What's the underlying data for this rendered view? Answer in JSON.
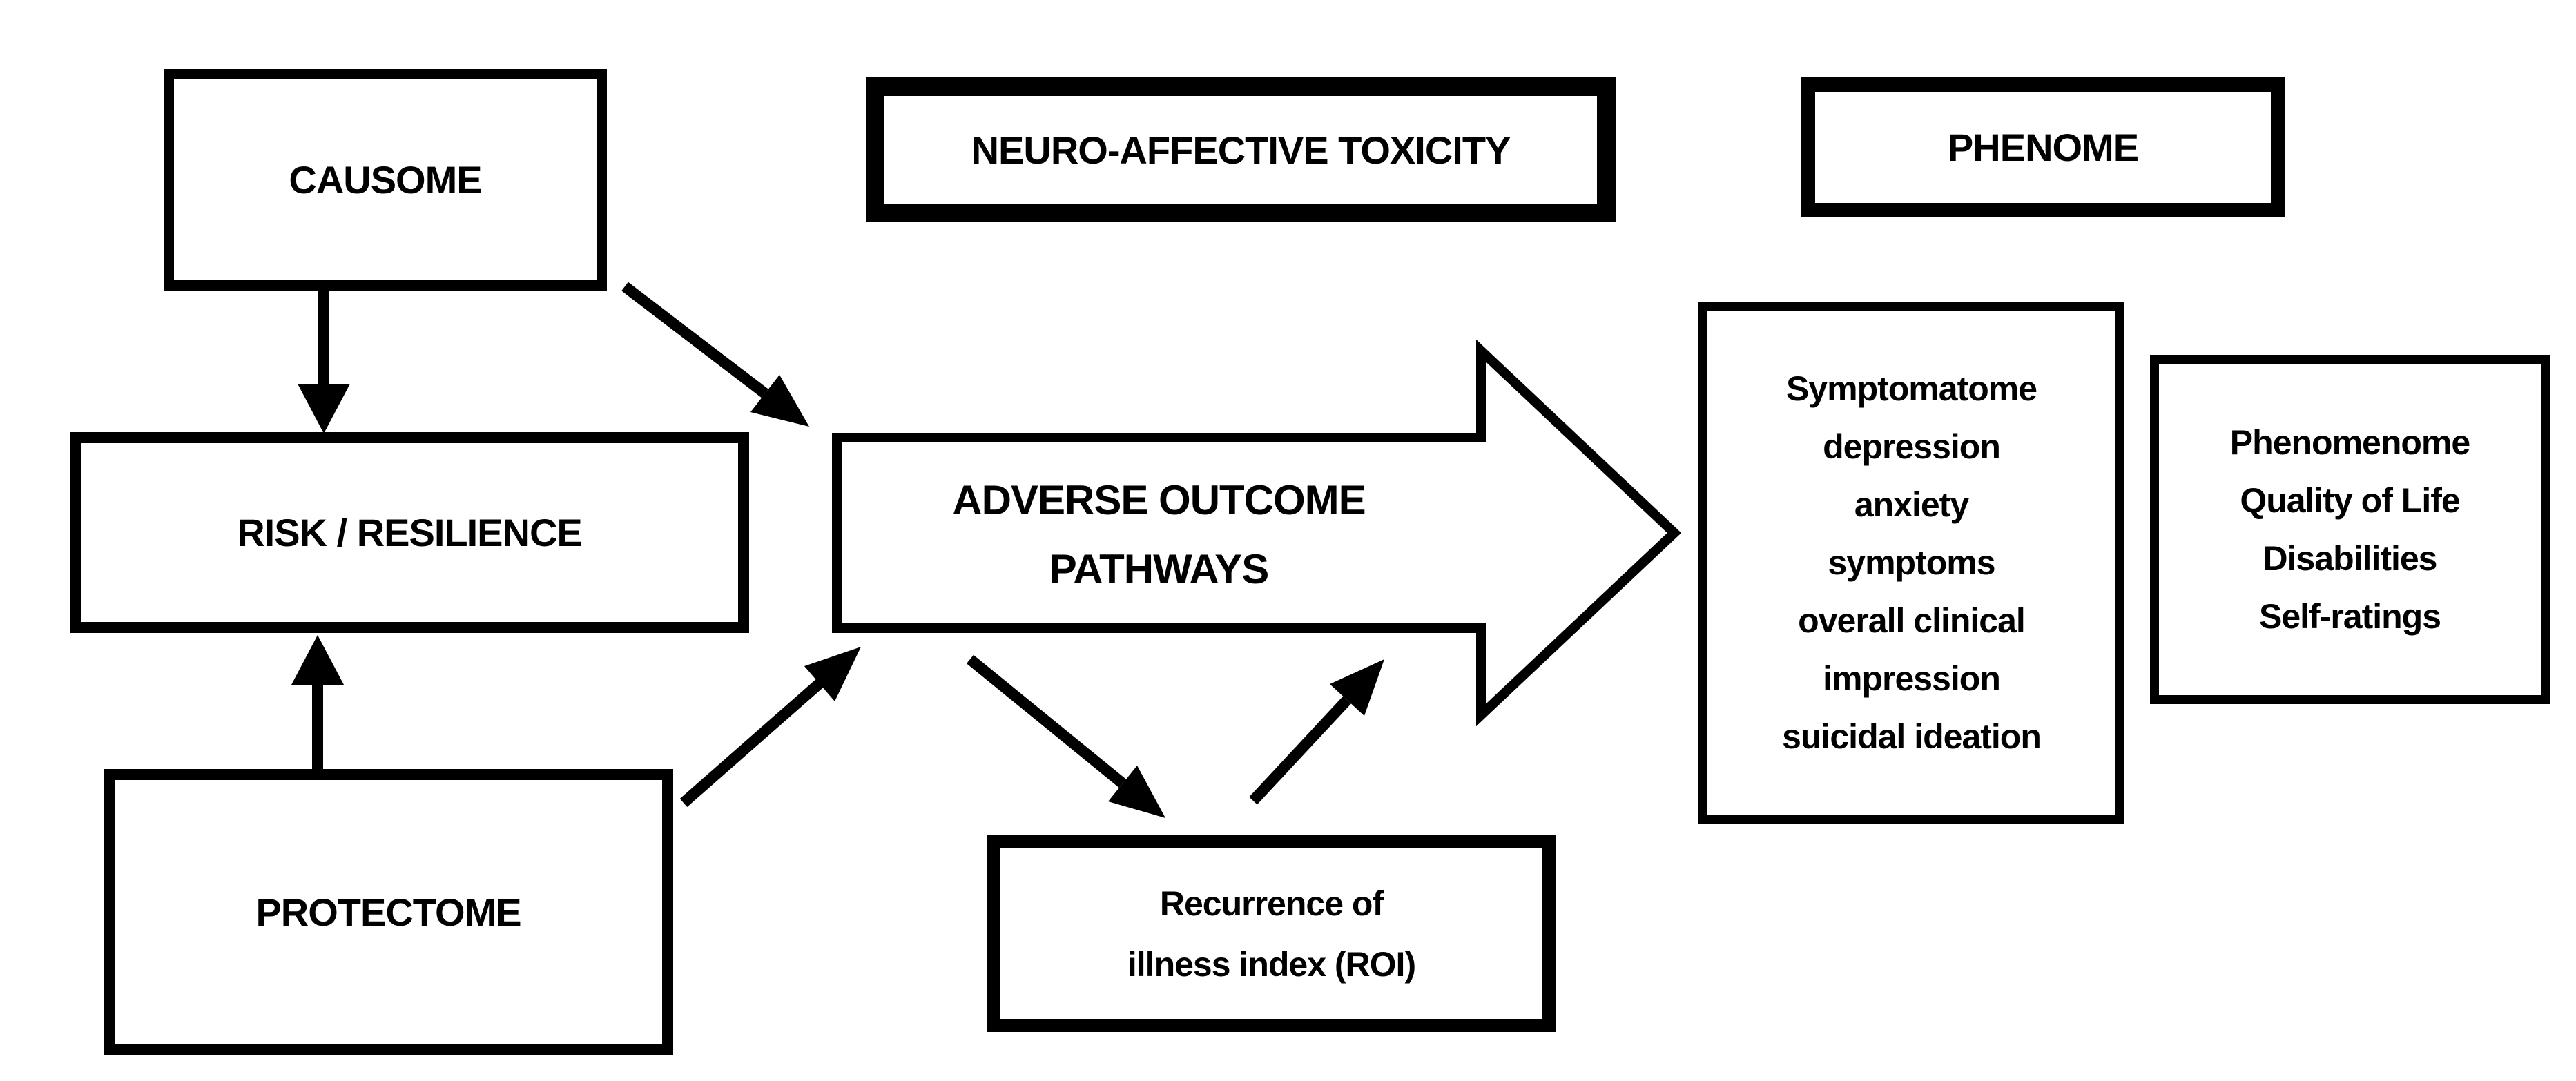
{
  "diagram": {
    "colors": {
      "ink": "#000000",
      "background": "#ffffff"
    },
    "boxes": {
      "causome": {
        "label": "CAUSOME"
      },
      "neuro_affective_toxicity": {
        "label": "NEURO-AFFECTIVE TOXICITY"
      },
      "phenome": {
        "label": "PHENOME"
      },
      "risk_resilience": {
        "label": "RISK / RESILIENCE"
      },
      "protectome": {
        "label": "PROTECTOME"
      },
      "adverse_outcome_pathways": {
        "line1": "ADVERSE OUTCOME",
        "line2": "PATHWAYS"
      },
      "recurrence_of_illness": {
        "lines": [
          "Recurrence of",
          "illness index (ROI)"
        ]
      },
      "symptomatome": {
        "lines": [
          "Symptomatome",
          "depression",
          "anxiety",
          "symptoms",
          "overall clinical",
          "impression",
          "suicidal ideation"
        ]
      },
      "phenomenome": {
        "lines": [
          "Phenomenome",
          "Quality of Life",
          "Disabilities",
          "Self-ratings"
        ]
      }
    }
  }
}
